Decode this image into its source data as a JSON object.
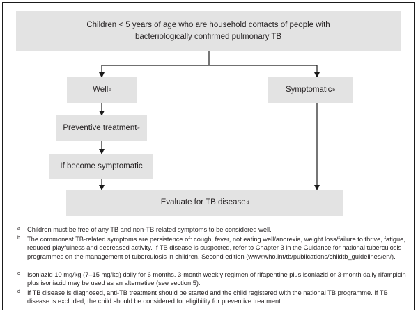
{
  "flowchart": {
    "top": "Children < 5 years of age who are household contacts of people with bacteriologically confirmed pulmonary TB",
    "well": "Well",
    "well_mark": "a",
    "symptomatic": "Symptomatic",
    "symptomatic_mark": "b",
    "preventive": "Preventive treatment",
    "preventive_mark": "c",
    "become_symptomatic": "If become symptomatic",
    "evaluate": "Evaluate for TB disease",
    "evaluate_mark": "d"
  },
  "footnotes": [
    {
      "mark": "a",
      "text": "Children must be free of any TB and non-TB related symptoms to be considered well."
    },
    {
      "mark": "b",
      "text": "The commonest TB-related symptoms are persistence of: cough, fever, not eating well/anorexia, weight loss/failure to thrive, fatigue, reduced playfulness and decreased activity. If TB disease is suspected, refer to Chapter 3 in the Guidance for national tuberculosis programmes on the management of tuberculosis in children. Second edition (www.who.int/tb/publications/childtb_guidelines/en/)."
    },
    {
      "mark": "c",
      "text": "Isoniazid 10 mg/kg (7–15 mg/kg) daily for 6 months. 3-month weekly regimen of rifapentine plus isoniazid or 3-month daily rifampicin plus isoniazid may be used as an alternative (see section 5)."
    },
    {
      "mark": "d",
      "text": "If TB disease is diagnosed, anti-TB treatment should be started and the child registered with the national TB programme. If TB disease is excluded, the child should be considered for eligibility for preventive treatment."
    }
  ]
}
